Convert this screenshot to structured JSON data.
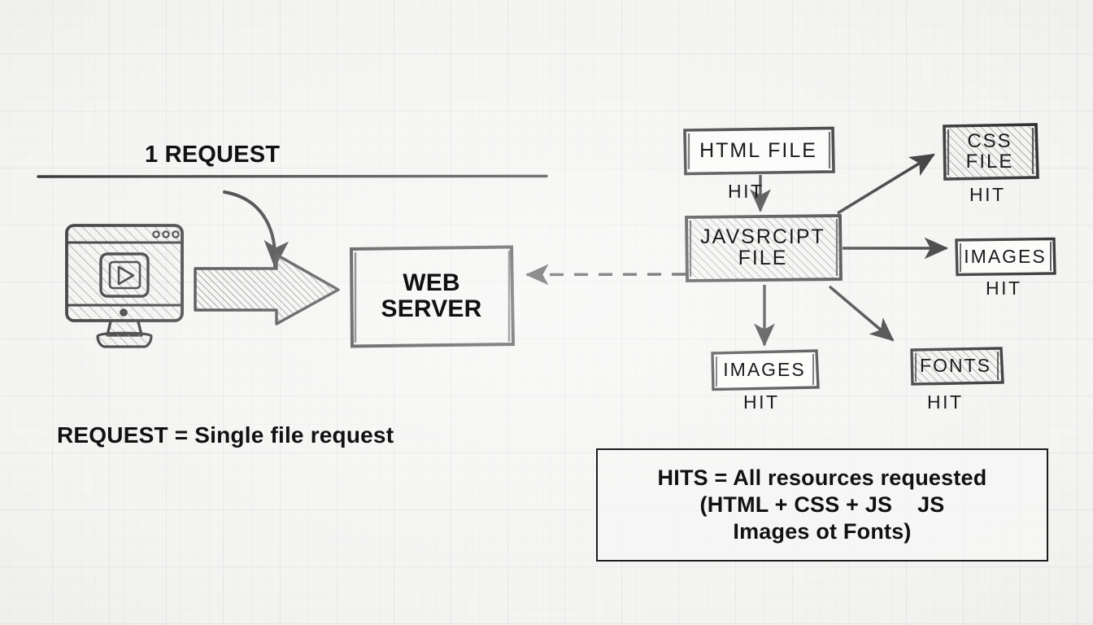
{
  "page": {
    "background_color": "#f2f2f0",
    "ink_color": "#1a1a1a"
  },
  "left_section": {
    "title": "1 REQUEST",
    "legend": "REQUEST = Single file request",
    "monitor_icon_name": "monitor-play-icon",
    "block_arrow_name": "block-arrow-right",
    "curved_arrow_name": "curved-arrow-down"
  },
  "server": {
    "label_line1": "WEB",
    "label_line2": "SERVER"
  },
  "nodes": [
    {
      "id": "html",
      "label": "HTML FILE",
      "hit": "HIT",
      "hatched": false
    },
    {
      "id": "js",
      "label": "JAVSRCIPT\nFILE",
      "hit": "",
      "hatched": true
    },
    {
      "id": "css",
      "label": "CSS\nFILE",
      "hit": "HIT",
      "hatched": true
    },
    {
      "id": "images_r",
      "label": "IMAGES",
      "hit": "HIT",
      "hatched": false
    },
    {
      "id": "images_b",
      "label": "IMAGES",
      "hit": "HIT",
      "hatched": false
    },
    {
      "id": "fonts",
      "label": "FONTS",
      "hit": "HIT",
      "hatched": true
    }
  ],
  "hits_legend": {
    "line1": "HITS = All resources requested",
    "line2": "(HTML + CSS + JS    JS",
    "line3": "Images ot Fonts)"
  },
  "connections": [
    {
      "from": "html",
      "to": "js",
      "style": "solid",
      "name": "arrow-html-to-js"
    },
    {
      "from": "js",
      "to": "css",
      "style": "solid",
      "name": "arrow-js-to-css"
    },
    {
      "from": "js",
      "to": "images_r",
      "style": "solid",
      "name": "arrow-js-to-images-right"
    },
    {
      "from": "js",
      "to": "images_b",
      "style": "solid",
      "name": "arrow-js-to-images-bottom"
    },
    {
      "from": "js",
      "to": "fonts",
      "style": "solid",
      "name": "arrow-js-to-fonts"
    },
    {
      "from": "js",
      "to": "server",
      "style": "dashed",
      "name": "arrow-js-to-server"
    }
  ]
}
